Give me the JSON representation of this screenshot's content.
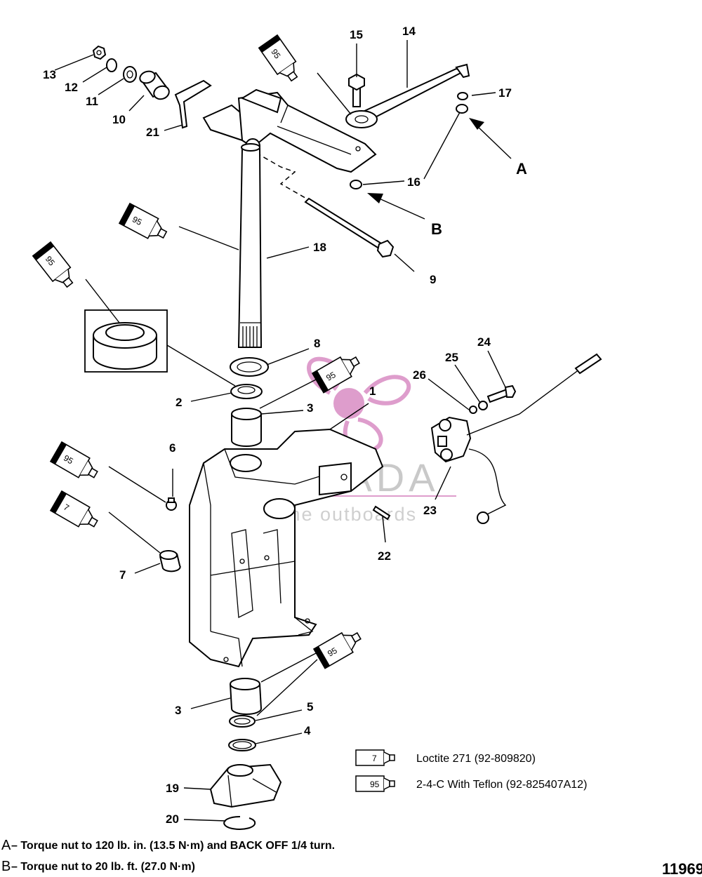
{
  "callouts": {
    "c1": "1",
    "c2": "2",
    "c3a": "3",
    "c3b": "3",
    "c4": "4",
    "c5": "5",
    "c6": "6",
    "c7": "7",
    "c8": "8",
    "c9": "9",
    "c10": "10",
    "c11": "11",
    "c12": "12",
    "c13": "13",
    "c14": "14",
    "c15": "15",
    "c16": "16",
    "c17": "17",
    "c18": "18",
    "c19": "19",
    "c20": "20",
    "c21": "21",
    "c22": "22",
    "c23": "23",
    "c24": "24",
    "c25": "25",
    "c26": "26"
  },
  "letters": {
    "a": "A",
    "b": "B"
  },
  "tubes": {
    "t95": "95",
    "t7": "7"
  },
  "legend": [
    {
      "code": "7",
      "text": "Loctite 271 (92-809820)"
    },
    {
      "code": "95",
      "text": "2-4-C  With Teflon (92-825407A12)"
    }
  ],
  "notes": [
    {
      "letter": "A",
      "text": "– Torque nut to 120 lb. in. (13.5 N·m) and BACK OFF 1/4 turn."
    },
    {
      "letter": "B",
      "text": "– Torque nut to 20 lb. ft. (27.0 N·m)"
    }
  ],
  "figure_number": "11969",
  "watermark": {
    "brand": "ARMADA",
    "tagline": "marine outboards"
  },
  "colors": {
    "line": "#000000",
    "watermark": "#d98cc4",
    "background": "#ffffff"
  }
}
